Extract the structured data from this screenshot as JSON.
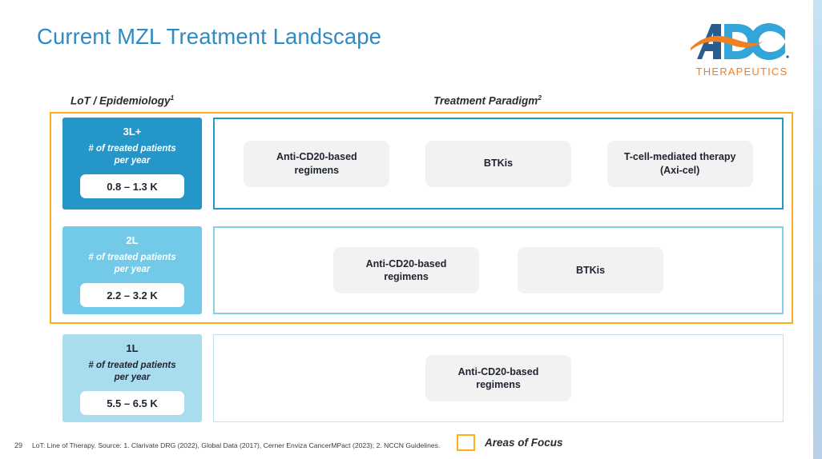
{
  "slide": {
    "title": "Current MZL Treatment Landscape",
    "number": "29",
    "logo": {
      "name": "ADC",
      "tagline": "THERAPEUTICS",
      "colors": {
        "dark_blue": "#2a5d8f",
        "light_blue": "#34a5d8",
        "orange": "#f07f23"
      }
    }
  },
  "headers": {
    "lot": "LoT / Epidemiology",
    "lot_sup": "1",
    "treatment": "Treatment Paradigm",
    "treatment_sup": "2"
  },
  "rows": [
    {
      "line": "3L+",
      "metric_label_line1": "# of treated patients",
      "metric_label_line2": "per year",
      "patients": "0.8 – 1.3 K",
      "card_color": "#2496c8",
      "card_text_color": "#ffffff",
      "panel_border_color": "#2496c8",
      "in_focus": true,
      "treatments": [
        "Anti-CD20-based regimens",
        "BTKis",
        "T-cell-mediated therapy\n(Axi-cel)"
      ]
    },
    {
      "line": "2L",
      "metric_label_line1": "# of treated patients",
      "metric_label_line2": "per year",
      "patients": "2.2 – 3.2 K",
      "card_color": "#72c9e8",
      "card_text_color": "#ffffff",
      "panel_border_color": "#86cfe8",
      "in_focus": true,
      "treatments": [
        "Anti-CD20-based regimens",
        "BTKis"
      ]
    },
    {
      "line": "1L",
      "metric_label_line1": "# of treated patients",
      "metric_label_line2": "per year",
      "patients": "5.5 – 6.5 K",
      "card_color": "#aadcef",
      "card_text_color": "#1d2430",
      "panel_border_color": "#bfe3f3",
      "in_focus": false,
      "treatments": [
        "Anti-CD20-based regimens"
      ]
    }
  ],
  "footer": {
    "footnote": "LoT: Line of Therapy. Source: 1. Clarivate DRG (2022), Global Data (2017), Cerner Enviza CancerMPact (2023); 2. NCCN Guidelines.",
    "legend_label": "Areas of Focus",
    "legend_color": "#fbb016"
  }
}
